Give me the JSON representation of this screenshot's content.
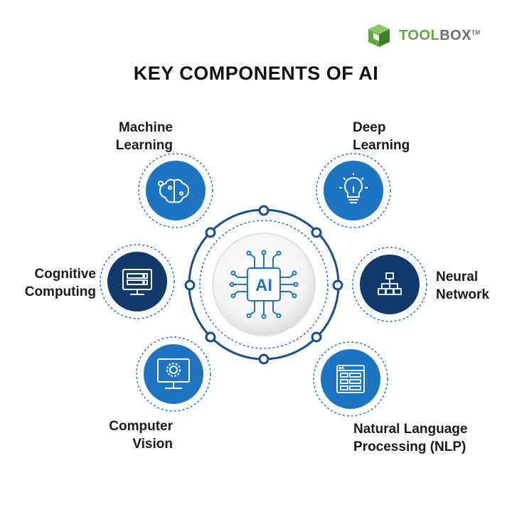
{
  "brand": {
    "logo_text_primary": "TOOL",
    "logo_text_secondary": "BOX",
    "logo_mark": "TM",
    "green": "#5fa83d",
    "gray": "#6c6c6c"
  },
  "title": "KEY COMPONENTS OF AI",
  "hub": {
    "label": "AI",
    "icon": "chip-circuit-icon"
  },
  "colors": {
    "blue": "#1c74c3",
    "navy": "#0f3a6b",
    "ring": "#16508a"
  },
  "components": [
    {
      "name": "Machine Learning",
      "line1": "Machine",
      "line2": "Learning",
      "icon": "brain-gear-icon",
      "style": "blue"
    },
    {
      "name": "Deep Learning",
      "line1": "Deep",
      "line2": "Learning",
      "icon": "lightbulb-icon",
      "style": "blue"
    },
    {
      "name": "Cognitive Computing",
      "line1": "Cognitive",
      "line2": "Computing",
      "icon": "monitor-server-icon",
      "style": "navy"
    },
    {
      "name": "Neural Network",
      "line1": "Neural",
      "line2": "Network",
      "icon": "hierarchy-icon",
      "style": "navy"
    },
    {
      "name": "Computer Vision",
      "line1": "Computer",
      "line2": "Vision",
      "icon": "monitor-gear-icon",
      "style": "blue"
    },
    {
      "name": "Natural Language Processing (NLP)",
      "line1": "Natural Language",
      "line2": "Processing (NLP)",
      "icon": "document-form-icon",
      "style": "blue"
    }
  ]
}
